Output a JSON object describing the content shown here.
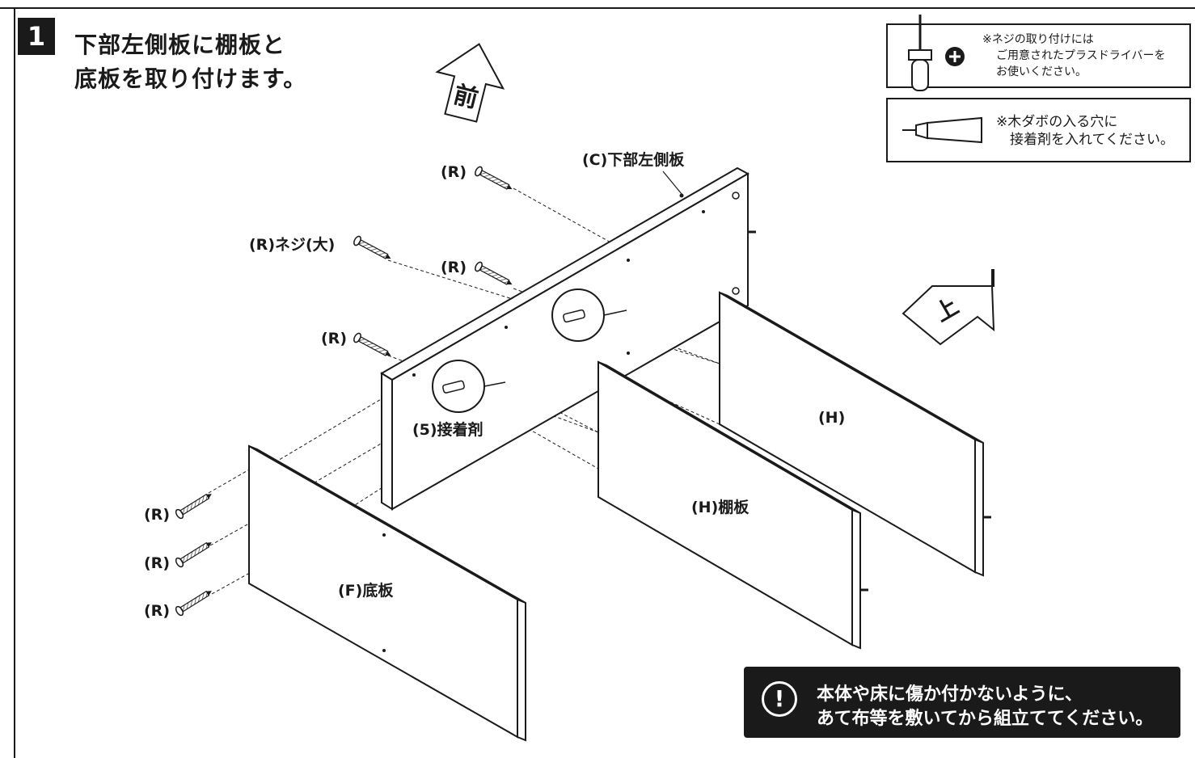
{
  "step": {
    "number": "1",
    "title_line1": "下部左側板に棚板と",
    "title_line2": "底板を取り付けます。"
  },
  "direction_labels": {
    "front": "前",
    "up": "上"
  },
  "tool_notes": {
    "screwdriver": {
      "line1": "※ネジの取り付けには",
      "line2": "ご用意されたプラスドライバーを",
      "line3": "お使いください。",
      "icon": "plus-screwdriver-icon"
    },
    "glue": {
      "line1": "※木ダボの入る穴に",
      "line2": "接着剤を入れてください。",
      "icon": "glue-tube-icon"
    }
  },
  "parts": {
    "side_panel": "(C)下部左側板",
    "bottom_board": "(F)底板",
    "shelf": "(H)棚板",
    "back_shelf": "(H)",
    "glue": "(5)接着剤",
    "screw_large": "(R)ネジ(大)",
    "screw": "(R)"
  },
  "warning": {
    "line1": "本体や床に傷か付かないように、",
    "line2": "あて布等を敷いてから組立ててください。",
    "icon": "exclamation-circle-icon"
  },
  "colors": {
    "ink": "#1a1a1a",
    "warning_bg": "#1a1a1a",
    "warning_text": "#ffffff"
  }
}
